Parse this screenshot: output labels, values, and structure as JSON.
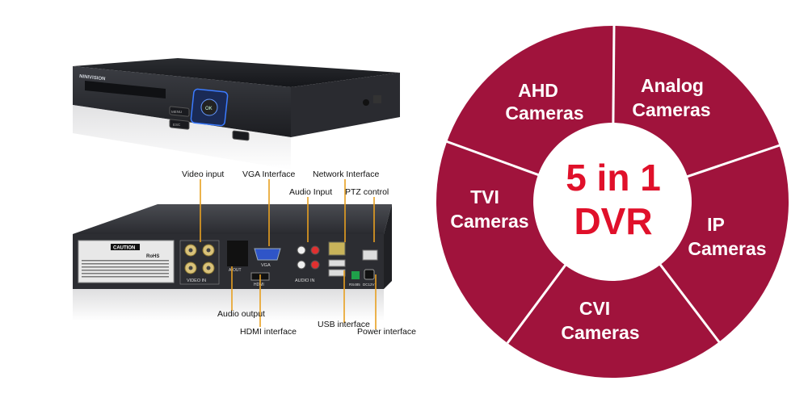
{
  "front_unit": {
    "brand": "NINIVISION",
    "menu_label": "MENU",
    "esc_label": "ESC",
    "ok_label": "OK"
  },
  "rear_unit": {
    "caution_title": "CAUTION",
    "rohs": "RoHS",
    "video_in": "VIDEO IN",
    "vga": "VGA",
    "audio_in": "AUDIO IN",
    "a_out": "A-OUT",
    "hdmi": "HDMI",
    "rs485": "RS485",
    "dc12v": "DC12V"
  },
  "callouts": {
    "video_input": "Video input",
    "vga_interface": "VGA Interface",
    "network_interface": "Network Interface",
    "audio_input": "Audio Input",
    "ptz_control": "PTZ control",
    "audio_output": "Audio output",
    "hdmi_interface": "HDMI interface",
    "usb_interface": "USB interface",
    "power_interface": "Power interface"
  },
  "wheel": {
    "center_line1": "5 in 1",
    "center_line2": "DVR",
    "segments": {
      "ahd": [
        "AHD",
        "Cameras"
      ],
      "analog": [
        "Analog",
        "Cameras"
      ],
      "ip": [
        "IP",
        "Cameras"
      ],
      "cvi": [
        "CVI",
        "Cameras"
      ],
      "tvi": [
        "TVI",
        "Cameras"
      ]
    }
  },
  "colors": {
    "wheel_fill": "#a0133c",
    "center_text": "#e0102a",
    "callout_line": "#e8a020"
  }
}
